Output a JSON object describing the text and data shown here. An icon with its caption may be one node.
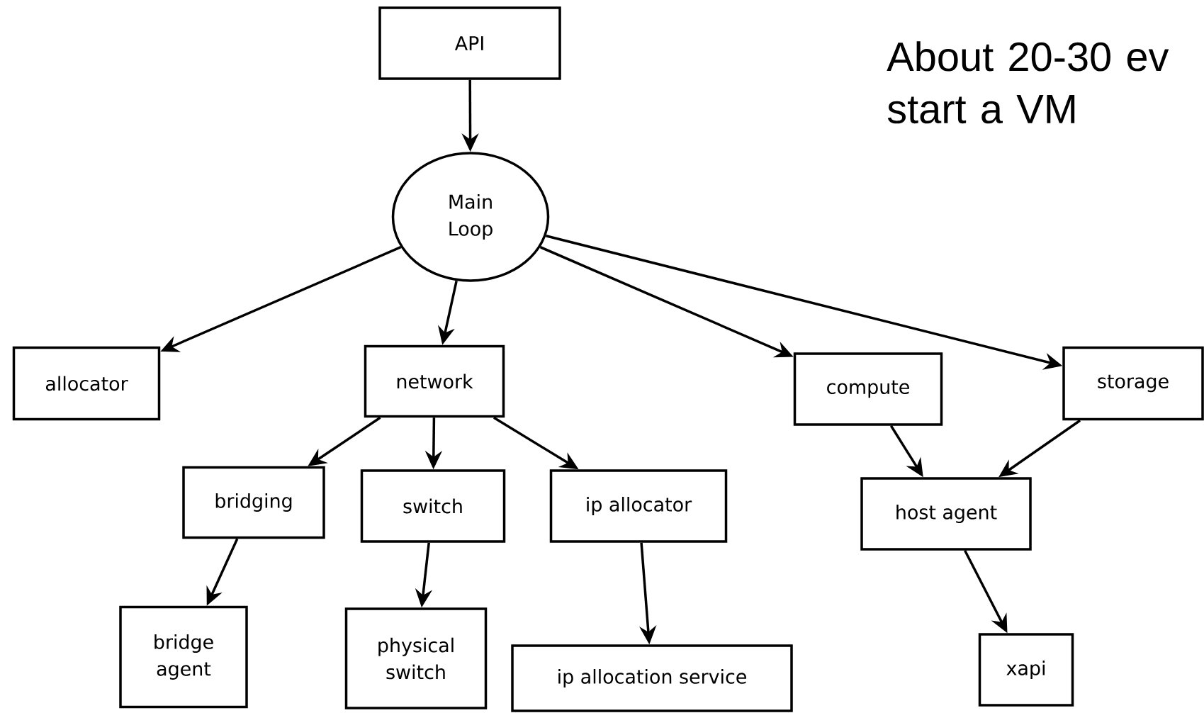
{
  "diagram": {
    "nodes": [
      {
        "text": [
          "API"
        ]
      },
      {
        "text": [
          "Main Loop"
        ]
      },
      {
        "text": [
          "allocator"
        ]
      },
      {
        "text": [
          "network"
        ]
      },
      {
        "text": [
          "compute"
        ]
      },
      {
        "text": [
          "storage"
        ]
      },
      {
        "text": [
          "bridging"
        ]
      },
      {
        "text": [
          "switch"
        ]
      },
      {
        "text": [
          "ip allocator"
        ]
      },
      {
        "text": [
          "host agent"
        ]
      },
      {
        "text": [
          "bridge agent"
        ]
      },
      {
        "text": [
          "physical switch"
        ]
      },
      {
        "text": [
          "ip allocation service"
        ]
      },
      {
        "text": [
          "xapi"
        ]
      }
    ],
    "edges": [
      {
        "from": 0,
        "to": 1,
        "arrow": "to"
      },
      {
        "from": 1,
        "to": 2,
        "arrow": "to"
      },
      {
        "from": 1,
        "to": 3,
        "arrow": "to"
      },
      {
        "from": 1,
        "to": 4,
        "arrow": "to"
      },
      {
        "from": 1,
        "to": 5,
        "arrow": "to"
      },
      {
        "from": 3,
        "to": 6,
        "arrow": "to"
      },
      {
        "from": 3,
        "to": 7,
        "arrow": "to"
      },
      {
        "from": 3,
        "to": 8,
        "arrow": "to"
      },
      {
        "from": 6,
        "to": 10,
        "arrow": "to"
      },
      {
        "from": 7,
        "to": 11,
        "arrow": "to"
      },
      {
        "from": 8,
        "to": 12,
        "arrow": "to"
      },
      {
        "from": 4,
        "to": 9,
        "arrow": "to"
      },
      {
        "from": 5,
        "to": 9,
        "arrow": "to"
      },
      {
        "from": 9,
        "to": 13,
        "arrow": "to"
      }
    ],
    "labels": [
      "About 20-30 ev start a VM"
    ]
  }
}
